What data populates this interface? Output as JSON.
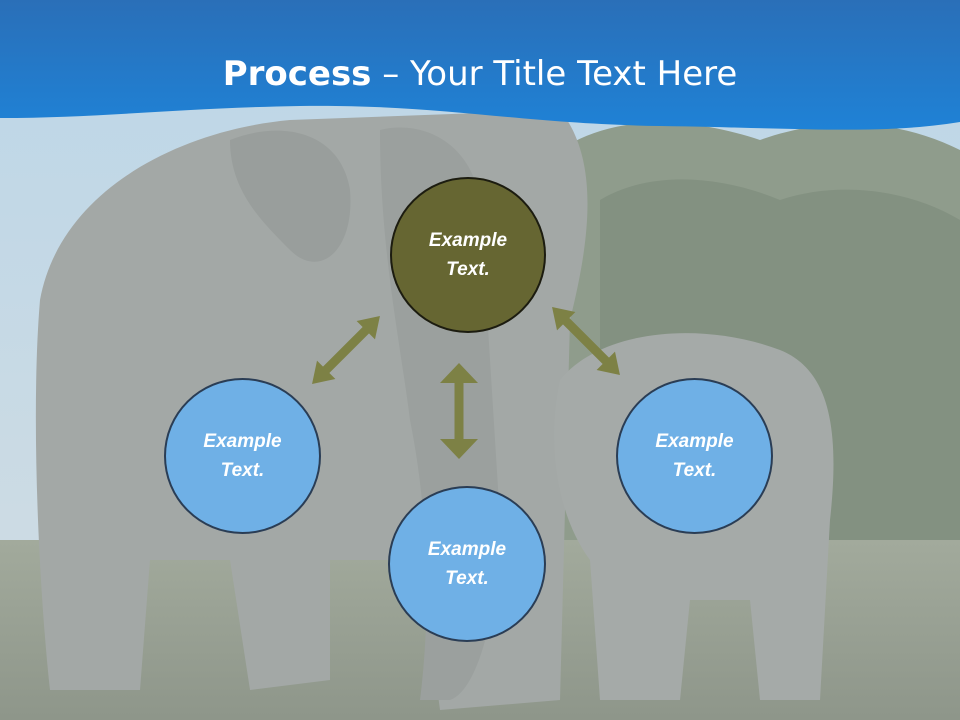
{
  "slide": {
    "title_bold": "Process",
    "title_rest": " – Your Title Text Here"
  },
  "nodes": {
    "top": {
      "line1": "Example",
      "line2": "Text."
    },
    "left": {
      "line1": "Example",
      "line2": "Text."
    },
    "bottom": {
      "line1": "Example",
      "line2": "Text."
    },
    "right": {
      "line1": "Example",
      "line2": "Text."
    }
  },
  "colors": {
    "header_blue": "#1f72bf",
    "node_blue": "#6fb0e6",
    "node_olive": "#666632",
    "arrow_olive": "#7d8145"
  }
}
